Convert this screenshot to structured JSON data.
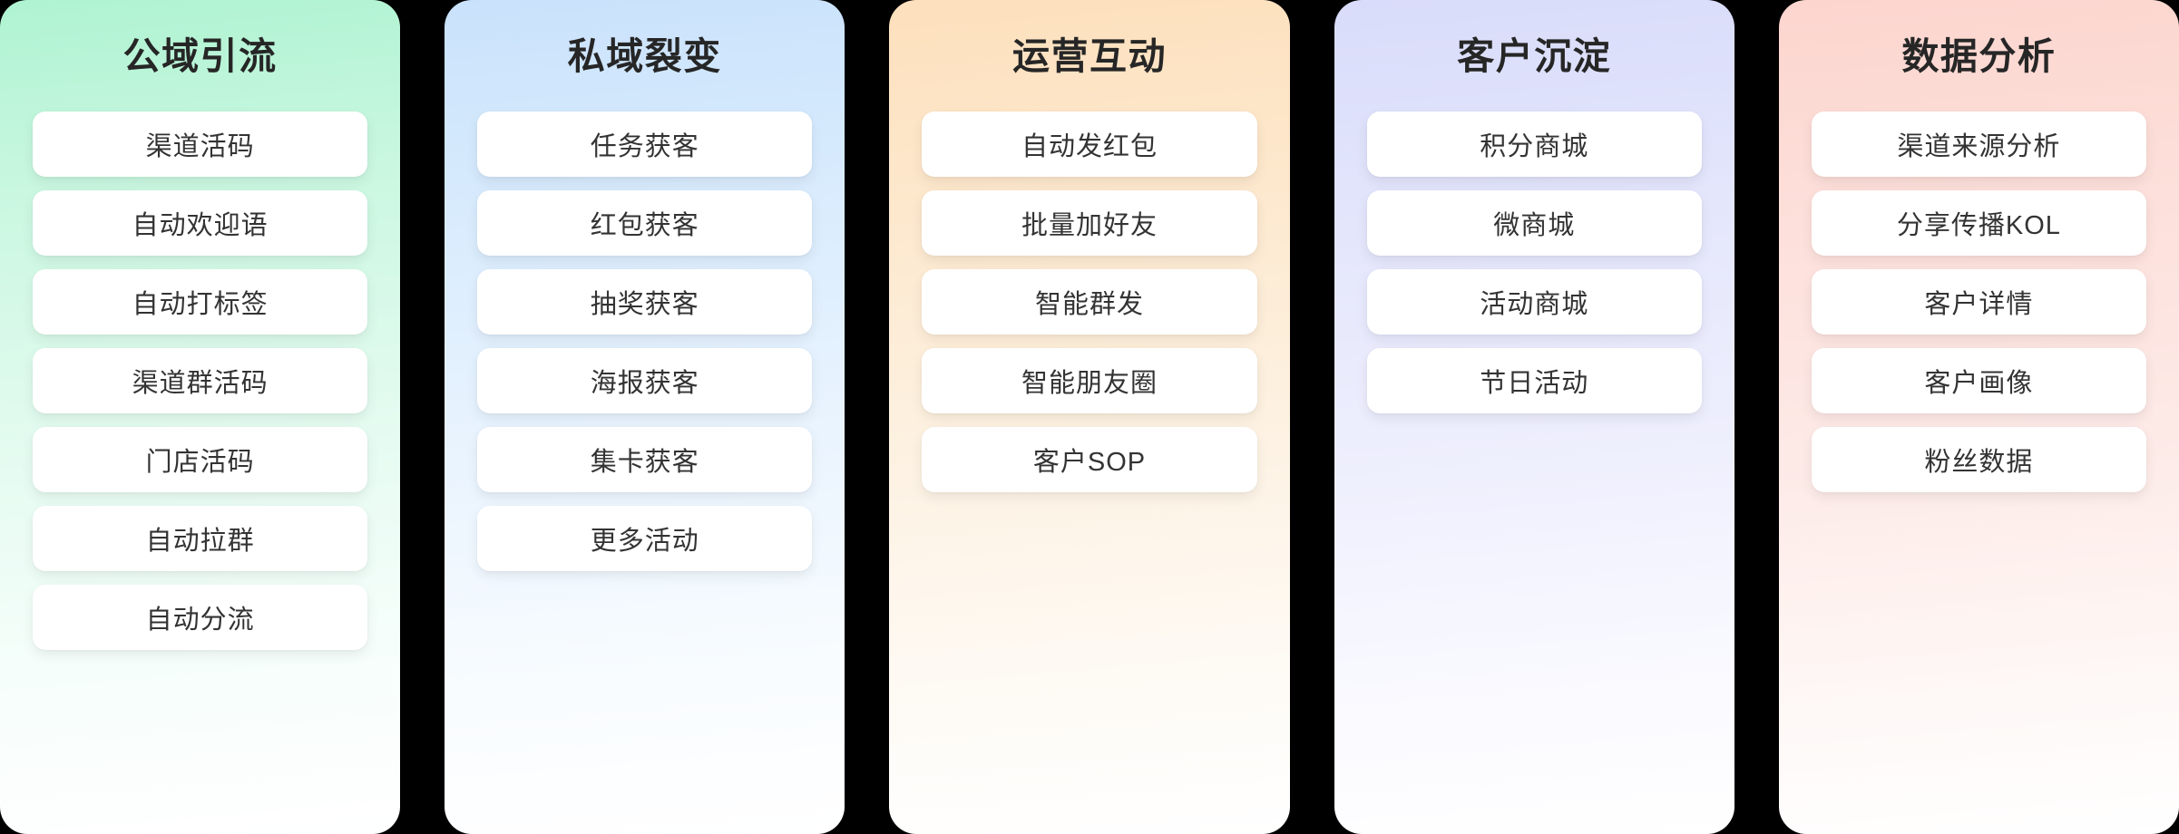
{
  "board": {
    "background_color": "#000000",
    "card_text_color": "#333333",
    "title_text_color": "#262626",
    "columns": [
      {
        "id": "public-domain-traffic",
        "title": "公域引流",
        "accent": "#aff3d2",
        "theme": "theme-mint",
        "items": [
          "渠道活码",
          "自动欢迎语",
          "自动打标签",
          "渠道群活码",
          "门店活码",
          "自动拉群",
          "自动分流"
        ]
      },
      {
        "id": "private-domain-fission",
        "title": "私域裂变",
        "accent": "#c9e2fb",
        "theme": "theme-blue",
        "items": [
          "任务获客",
          "红包获客",
          "抽奖获客",
          "海报获客",
          "集卡获客",
          "更多活动"
        ]
      },
      {
        "id": "operation-interaction",
        "title": "运营互动",
        "accent": "#fde0bd",
        "theme": "theme-peach",
        "items": [
          "自动发红包",
          "批量加好友",
          "智能群发",
          "智能朋友圈",
          "客户SOP"
        ]
      },
      {
        "id": "customer-retention",
        "title": "客户沉淀",
        "accent": "#d9dcfa",
        "theme": "theme-lavender",
        "items": [
          "积分商城",
          "微商城",
          "活动商城",
          "节日活动"
        ]
      },
      {
        "id": "data-analysis",
        "title": "数据分析",
        "accent": "#fcd5ce",
        "theme": "theme-pink",
        "items": [
          "渠道来源分析",
          "分享传播KOL",
          "客户详情",
          "客户画像",
          "粉丝数据"
        ]
      }
    ]
  }
}
